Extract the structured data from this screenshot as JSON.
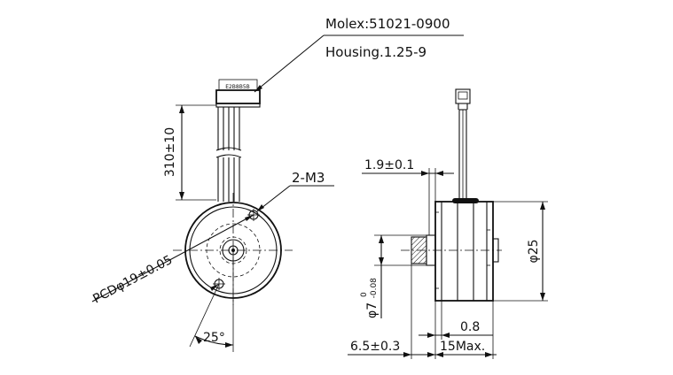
{
  "callouts": {
    "connector_model": "Molex:51021-0900",
    "housing": "Housing.1.25-9"
  },
  "dimensions": {
    "lead_length": "310±10",
    "mounting_holes": "2-M3",
    "pitch_circle": "PCDφ19±0.05",
    "hole_angle": "25°",
    "flange_offset": "1.9±0.1",
    "body_diameter": "φ25",
    "boss_diameter": "φ7-0.08",
    "boss_tol_upper": "0",
    "boss_tol_lower": "-0.08",
    "gear_offset": "0.8",
    "shaft_extension": "6.5±0.3",
    "body_length": "15Max."
  },
  "connector_marking": "E2B8B5B"
}
